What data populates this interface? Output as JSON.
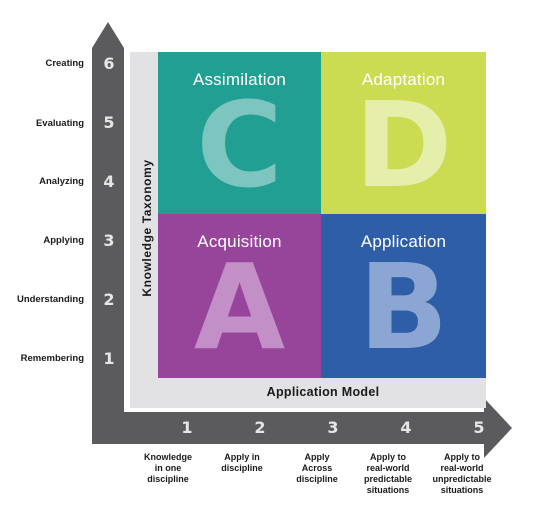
{
  "colors": {
    "axis": "#5b5b5d",
    "panel": "#e2e2e4",
    "assimilation": "#229f93",
    "adaptation": "#cbdc52",
    "acquisition": "#97459b",
    "application": "#2f5ea9"
  },
  "quadrants": {
    "assimilation": {
      "title": "Assimilation",
      "letter": "C"
    },
    "adaptation": {
      "title": "Adaptation",
      "letter": "D"
    },
    "acquisition": {
      "title": "Acquisition",
      "letter": "A"
    },
    "application": {
      "title": "Application",
      "letter": "B"
    }
  },
  "y_axis": {
    "title": "Knowledge Taxonomy",
    "levels": [
      {
        "number": "6",
        "label": "Creating"
      },
      {
        "number": "5",
        "label": "Evaluating"
      },
      {
        "number": "4",
        "label": "Analyzing"
      },
      {
        "number": "3",
        "label": "Applying"
      },
      {
        "number": "2",
        "label": "Understanding"
      },
      {
        "number": "1",
        "label": "Remembering"
      }
    ]
  },
  "x_axis": {
    "title": "Application Model",
    "levels": [
      {
        "number": "1",
        "label": "Knowledge\nin one\ndiscipline"
      },
      {
        "number": "2",
        "label": "Apply in\ndiscipline"
      },
      {
        "number": "3",
        "label": "Apply\nAcross\ndiscipline"
      },
      {
        "number": "4",
        "label": "Apply to\nreal-world\npredictable\nsituations"
      },
      {
        "number": "5",
        "label": "Apply to\nreal-world\nunpredictable\nsituations"
      }
    ]
  }
}
